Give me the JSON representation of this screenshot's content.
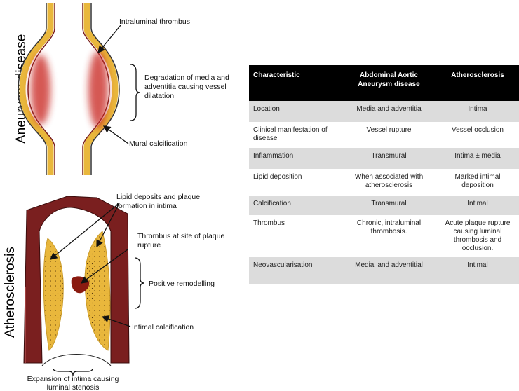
{
  "aneurysm": {
    "side_label": "Aneurysm disease",
    "labels": {
      "thrombus": "Intraluminal thrombus",
      "degradation_1": "Degradation of media and",
      "degradation_2": "adventitia causing vessel",
      "degradation_3": "dilatation",
      "calcification": "Mural calcification"
    }
  },
  "atherosclerosis": {
    "side_label": "Atherosclerosis",
    "labels": {
      "lipid_1": "Lipid deposits and plaque",
      "lipid_2": "formation in intima",
      "thrombus_1": "Thrombus at site of plaque",
      "thrombus_2": "rupture",
      "remodelling": "Positive remodelling",
      "calcification": "Intimal calcification",
      "expansion_1": "Expansion of intima causing",
      "expansion_2": "luminal stenosis"
    }
  },
  "colors": {
    "vessel_wall": "#7a1f1f",
    "adventitia": "#e9b73c",
    "inflammation": "#c8201e",
    "thrombus": "#8a1a10",
    "table_header": "#000000",
    "row_shade": "#dcdcdc"
  },
  "table": {
    "headers": [
      "Characteristic",
      "Abdominal Aortic Aneurysm disease",
      "Atherosclerosis"
    ],
    "rows": [
      {
        "characteristic": "Location",
        "aneurysm": "Media and adventitia",
        "atherosclerosis": "Intima"
      },
      {
        "characteristic": "Clinical manifestation of disease",
        "aneurysm": "Vessel rupture",
        "atherosclerosis": "Vessel occlusion"
      },
      {
        "characteristic": "Inflammation",
        "aneurysm": "Transmural",
        "atherosclerosis": "Intima ± media"
      },
      {
        "characteristic": "Lipid deposition",
        "aneurysm": "When associated with atherosclerosis",
        "atherosclerosis": "Marked intimal deposition"
      },
      {
        "characteristic": "Calcification",
        "aneurysm": "Transmural",
        "atherosclerosis": "Intimal"
      },
      {
        "characteristic": "Thrombus",
        "aneurysm": "Chronic, intraluminal thrombosis.",
        "atherosclerosis": "Acute plaque rupture causing luminal thrombosis and occlusion."
      },
      {
        "characteristic": "Neovascularisation",
        "aneurysm": "Medial and adventitial",
        "atherosclerosis": "Intimal"
      }
    ]
  }
}
